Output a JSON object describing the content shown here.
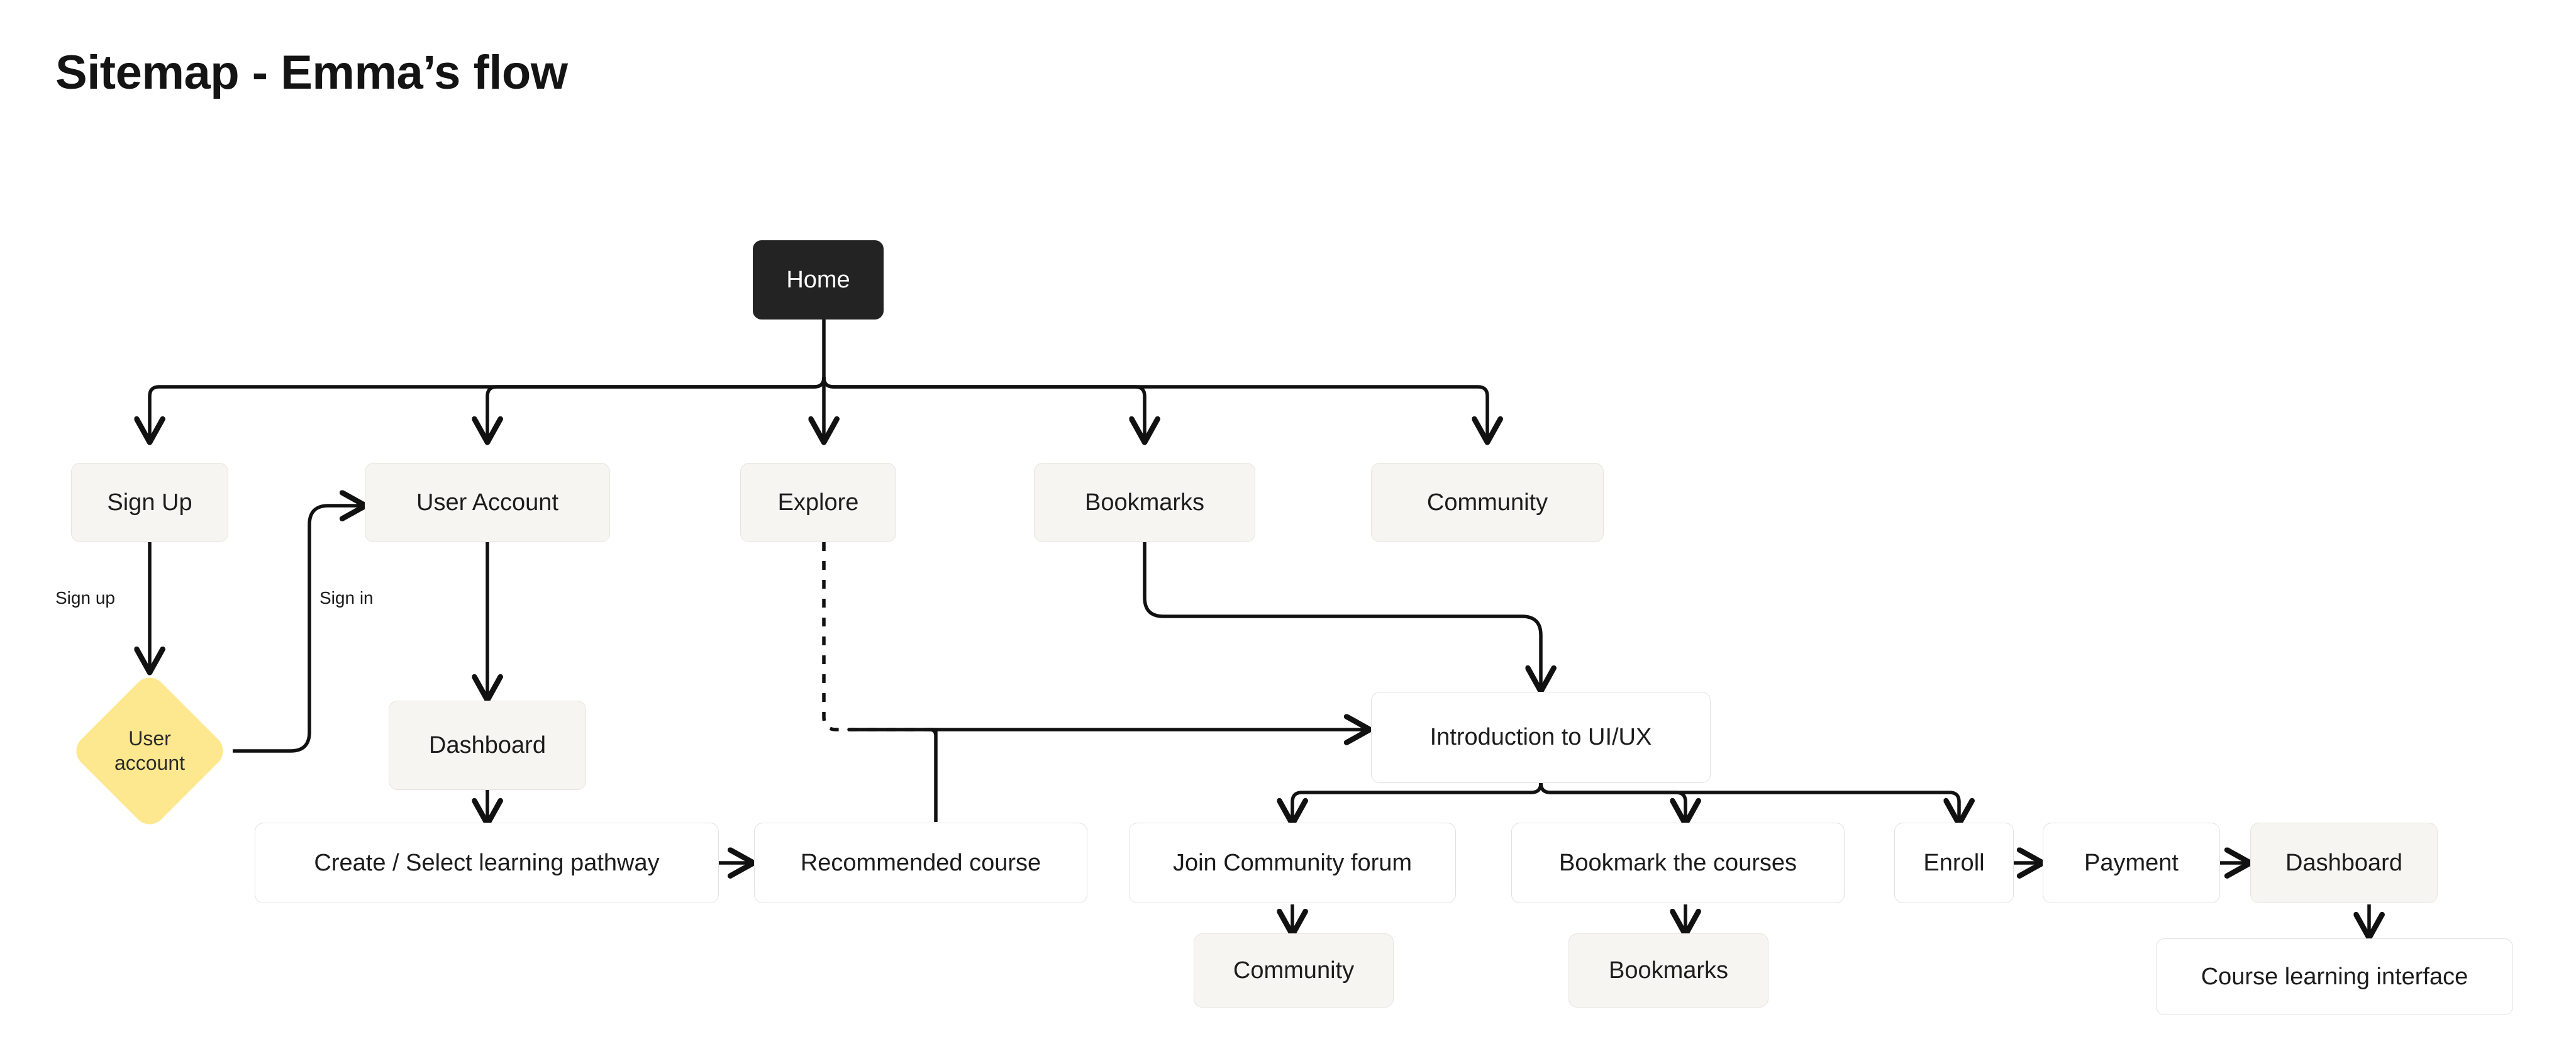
{
  "page": {
    "title": "Sitemap - Emma’s flow",
    "background_color": "#ffffff"
  },
  "palette": {
    "dark_node_fill": "#232323",
    "dark_node_text": "#ffffff",
    "light_node_fill": "#f6f5f1",
    "light_node_border": "#e6e4df",
    "white_node_fill": "#ffffff",
    "white_node_border": "#e3e1dd",
    "decision_fill": "#fde88f",
    "edge_color": "#111111",
    "text_color": "#1c1c1c"
  },
  "diagram": {
    "type": "sitemap-flowchart",
    "nodes": [
      {
        "id": "home",
        "label": "Home",
        "style": "dark",
        "shape": "rounded-rect"
      },
      {
        "id": "signup",
        "label": "Sign Up",
        "style": "light",
        "shape": "rounded-rect"
      },
      {
        "id": "user_account",
        "label": "User Account",
        "style": "light",
        "shape": "rounded-rect"
      },
      {
        "id": "explore",
        "label": "Explore",
        "style": "light",
        "shape": "rounded-rect"
      },
      {
        "id": "bookmarks_top",
        "label": "Bookmarks",
        "style": "light",
        "shape": "rounded-rect"
      },
      {
        "id": "community_top",
        "label": "Community",
        "style": "light",
        "shape": "rounded-rect"
      },
      {
        "id": "user_account_d",
        "label": "User\naccount",
        "style": "decision",
        "shape": "diamond"
      },
      {
        "id": "dashboard_1",
        "label": "Dashboard",
        "style": "light",
        "shape": "rounded-rect"
      },
      {
        "id": "intro_uiux",
        "label": "Introduction to UI/UX",
        "style": "white",
        "shape": "rounded-rect"
      },
      {
        "id": "pathway",
        "label": "Create / Select learning pathway",
        "style": "white",
        "shape": "rounded-rect"
      },
      {
        "id": "recommended",
        "label": "Recommended course",
        "style": "white",
        "shape": "rounded-rect"
      },
      {
        "id": "join_forum",
        "label": "Join Community forum",
        "style": "white",
        "shape": "rounded-rect"
      },
      {
        "id": "bookmark_courses",
        "label": "Bookmark the courses",
        "style": "white",
        "shape": "rounded-rect"
      },
      {
        "id": "enroll",
        "label": "Enroll",
        "style": "white",
        "shape": "rounded-rect"
      },
      {
        "id": "payment",
        "label": "Payment",
        "style": "white",
        "shape": "rounded-rect"
      },
      {
        "id": "dashboard_2",
        "label": "Dashboard",
        "style": "light",
        "shape": "rounded-rect"
      },
      {
        "id": "community_bot",
        "label": "Community",
        "style": "light",
        "shape": "rounded-rect"
      },
      {
        "id": "bookmarks_bot",
        "label": "Bookmarks",
        "style": "light",
        "shape": "rounded-rect"
      },
      {
        "id": "course_ui",
        "label": "Course learning interface",
        "style": "white",
        "shape": "rounded-rect"
      }
    ],
    "edges": [
      {
        "from": "home",
        "to": "signup",
        "label": "",
        "line": "solid",
        "arrow": true
      },
      {
        "from": "home",
        "to": "user_account",
        "label": "",
        "line": "solid",
        "arrow": true
      },
      {
        "from": "home",
        "to": "explore",
        "label": "",
        "line": "solid",
        "arrow": true
      },
      {
        "from": "home",
        "to": "bookmarks_top",
        "label": "",
        "line": "solid",
        "arrow": true
      },
      {
        "from": "home",
        "to": "community_top",
        "label": "",
        "line": "solid",
        "arrow": true
      },
      {
        "from": "signup",
        "to": "user_account_d",
        "label": "Sign up",
        "line": "solid",
        "arrow": true
      },
      {
        "from": "user_account_d",
        "to": "user_account",
        "label": "Sign in",
        "line": "solid",
        "arrow": true
      },
      {
        "from": "user_account",
        "to": "dashboard_1",
        "label": "",
        "line": "solid",
        "arrow": true
      },
      {
        "from": "dashboard_1",
        "to": "pathway",
        "label": "",
        "line": "solid",
        "arrow": true
      },
      {
        "from": "pathway",
        "to": "recommended",
        "label": "",
        "line": "solid",
        "arrow": true
      },
      {
        "from": "explore",
        "to": "intro_uiux",
        "label": "",
        "line": "dashed",
        "arrow": true
      },
      {
        "from": "explore",
        "to": "recommended",
        "label": "",
        "line": "solid",
        "arrow": false
      },
      {
        "from": "bookmarks_top",
        "to": "intro_uiux",
        "label": "",
        "line": "solid",
        "arrow": true
      },
      {
        "from": "intro_uiux",
        "to": "join_forum",
        "label": "",
        "line": "solid",
        "arrow": true
      },
      {
        "from": "intro_uiux",
        "to": "bookmark_courses",
        "label": "",
        "line": "solid",
        "arrow": true
      },
      {
        "from": "intro_uiux",
        "to": "enroll",
        "label": "",
        "line": "solid",
        "arrow": true
      },
      {
        "from": "join_forum",
        "to": "community_bot",
        "label": "",
        "line": "solid",
        "arrow": true
      },
      {
        "from": "bookmark_courses",
        "to": "bookmarks_bot",
        "label": "",
        "line": "solid",
        "arrow": true
      },
      {
        "from": "enroll",
        "to": "payment",
        "label": "",
        "line": "solid",
        "arrow": true
      },
      {
        "from": "payment",
        "to": "dashboard_2",
        "label": "",
        "line": "solid",
        "arrow": true
      },
      {
        "from": "dashboard_2",
        "to": "course_ui",
        "label": "",
        "line": "solid",
        "arrow": true
      }
    ],
    "edge_labels": [
      {
        "id": "sign_up_label",
        "text": "Sign up"
      },
      {
        "id": "sign_in_label",
        "text": "Sign in"
      }
    ]
  }
}
